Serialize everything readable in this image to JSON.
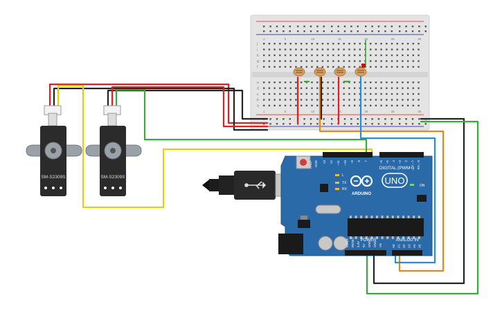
{
  "servos": [
    {
      "model": "SM-S2309S"
    },
    {
      "model": "SM-S2309S"
    }
  ],
  "arduino": {
    "brand": "ARDUINO",
    "model": "UNO",
    "digital_header": "DIGITAL (PWM~)",
    "power_header": "POWER",
    "analog_header": "ANALOG IN",
    "on_label": "ON",
    "tx_label": "TX",
    "rx_label": "RX",
    "l_label": "L",
    "aref": "AREF",
    "gnd": "GND",
    "pins_digital": [
      "13",
      "12",
      "~11",
      "~10",
      "~9",
      "8",
      "7",
      "~6",
      "~5",
      "4",
      "~3",
      "2",
      "TX→1",
      "RX←0"
    ],
    "pins_power": [
      "IOREF",
      "RESET",
      "3.3V",
      "5V",
      "GND",
      "GND",
      "Vin"
    ],
    "pins_analog": [
      "A0",
      "A1",
      "A2",
      "A3",
      "A4",
      "A5"
    ]
  },
  "breadboard": {
    "row_letters_top": [
      "j",
      "i",
      "h",
      "g",
      "f"
    ],
    "row_letters_bottom": [
      "e",
      "d",
      "c",
      "b",
      "a"
    ],
    "column_numbers": [
      "1",
      "5",
      "10",
      "15",
      "20",
      "25",
      "30"
    ]
  },
  "colors": {
    "red": "#e02020",
    "black": "#222222",
    "yellow": "#e8d000",
    "green": "#3aa83a",
    "orange": "#e88a10",
    "blue": "#2090d8",
    "board": "#2a6aa8"
  }
}
